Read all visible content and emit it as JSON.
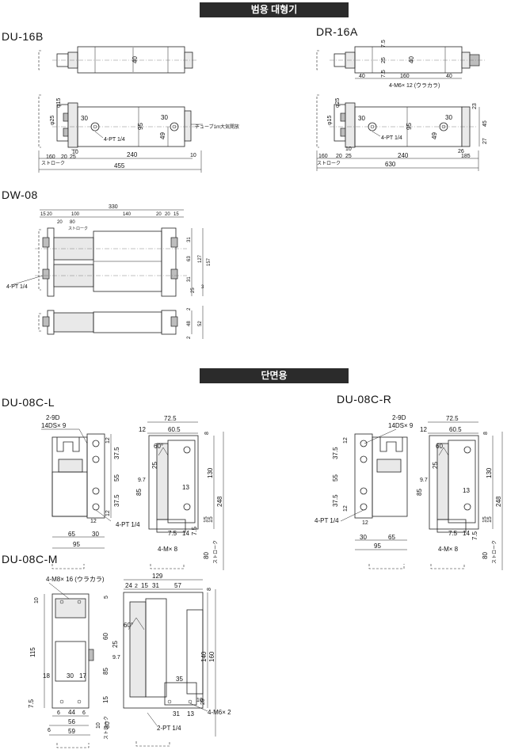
{
  "sections": {
    "general": "범용 대형기",
    "single": "단면용"
  },
  "models": {
    "du16b": "DU-16B",
    "dr16a": "DR-16A",
    "dw08": "DW-08",
    "du08cl": "DU-08C-L",
    "du08cr": "DU-08C-R",
    "du08cm": "DU-08C-M"
  },
  "du16b": {
    "d40": "40",
    "d95": "95",
    "d49": "49",
    "d30": "30",
    "d30b": "30",
    "pt": "4-PT 1/4",
    "phi25": "φ25",
    "phi15": "φ15",
    "tube": "チューブ1m大気開放",
    "d10": "10",
    "d160": "160",
    "d20": "20",
    "d25": "25",
    "d240": "240",
    "d10b": "10",
    "stroke": "ストローク",
    "d455": "455"
  },
  "dr16a": {
    "d75": "7.5",
    "d25": "25",
    "d40": "40",
    "d75b": "7.5",
    "d40b": "40",
    "d160": "160",
    "d40c": "40",
    "m6": "4-M6× 12 (ウラカラ)",
    "phi15": "φ15",
    "phi25": "φ25",
    "d30": "30",
    "d30b": "30",
    "d95": "95",
    "d49": "49",
    "pt": "4-PT 1/4",
    "d23": "23",
    "d45": "45",
    "d27": "27",
    "d26": "26",
    "d10": "10",
    "d160b": "160",
    "d20": "20",
    "d25b": "25",
    "d240": "240",
    "d185": "185",
    "stroke": "ストローク",
    "d630": "630"
  },
  "dw08": {
    "d330": "330",
    "d15": "15",
    "d20": "20",
    "d100": "100",
    "d140": "140",
    "d20b": "20",
    "d20c": "20",
    "d15b": "15",
    "d20d": "20",
    "d80": "80",
    "stroke": "ストローク",
    "d31": "31",
    "d63": "63",
    "d127": "127",
    "d157": "157",
    "d31b": "31",
    "d25": "25",
    "d3": "3",
    "pt": "4-PT 1/4",
    "d2": "2",
    "d48": "48",
    "d52": "52",
    "d2b": "2"
  },
  "du08cl": {
    "d29d": "2-9D",
    "ds": "14DS× 9",
    "d12": "12",
    "d375": "37.5",
    "d55": "55",
    "d375b": "37.5",
    "d12b": "12",
    "pt": "4-PT 1/4",
    "d12c": "12",
    "d65": "65",
    "d30": "30",
    "d95": "95",
    "d725": "72.5",
    "d605": "60.5",
    "d12d": "12",
    "d8": "8",
    "d60": "60°",
    "d25": "25",
    "d97": "9.7",
    "d85": "85",
    "d13": "13",
    "d130": "130",
    "d248": "248",
    "d15": "15",
    "d15b": "15",
    "d75": "7.5",
    "d14": "14",
    "d75b": "7.5",
    "m8": "4-M× 8",
    "d80": "80",
    "stroke": "ストローク"
  },
  "du08cr": {
    "d29d": "2-9D",
    "ds": "14DS× 9",
    "d12": "12",
    "d375": "37.5",
    "d55": "55",
    "d375b": "37.5",
    "d12b": "12",
    "pt": "4-PT 1/4",
    "d12c": "12",
    "d30": "30",
    "d65": "65",
    "d95": "95",
    "d725": "72.5",
    "d605": "60.5",
    "d12d": "12",
    "d8": "8",
    "d60": "60",
    "d25": "25",
    "d97": "9.7",
    "d85": "85",
    "d13": "13",
    "d130": "130",
    "d248": "248",
    "d15": "15",
    "d15b": "15",
    "d75": "7.5",
    "d14": "14",
    "d75b": "7.5",
    "m8": "4-M× 8",
    "d80": "80",
    "stroke": "ストローク"
  },
  "du08cm": {
    "m8": "4-M8× 16 (ウラカラ)",
    "d10": "10",
    "d115": "115",
    "d18": "18",
    "d30": "30",
    "d17": "17",
    "d75": "7.5",
    "d6": "6",
    "d44": "44",
    "d6b": "6",
    "d56": "56",
    "d6c": "6",
    "d59": "59",
    "d129": "129",
    "d24": "24",
    "d2": "2",
    "d15": "15",
    "d31": "31",
    "d57": "57",
    "d8": "8",
    "d5": "5",
    "d60": "60",
    "d60deg": "60°",
    "d25": "25",
    "d97": "9.7",
    "d85": "85",
    "d15b": "15",
    "d140": "140",
    "d160": "160",
    "d35": "35",
    "d10b": "10",
    "d20": "20",
    "d31b": "31",
    "d13": "13",
    "m6": "4-M6× 2",
    "pt": "2-PT 1/4",
    "d80": "80",
    "d10c": "10",
    "stroke": "ストローク"
  }
}
